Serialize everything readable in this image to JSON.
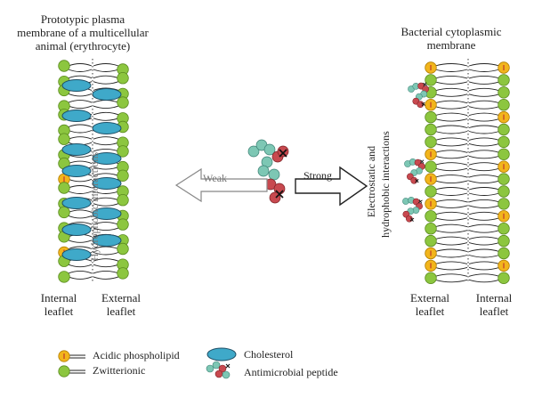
{
  "left_panel": {
    "title_lines": [
      "Prototypic plasma",
      "membrane of a multicellular",
      "animal (erythrocyte)"
    ],
    "inner_label_lines": [
      "Internal",
      "leaflet"
    ],
    "outer_label_lines": [
      "External",
      "leaflet"
    ]
  },
  "right_panel": {
    "title_lines": [
      "Bacterial cytoplasmic",
      "membrane"
    ],
    "outer_label_lines": [
      "External",
      "leaflet"
    ],
    "inner_label_lines": [
      "Internal",
      "leaflet"
    ]
  },
  "interactions": {
    "left_vertical": "Hydrophobic interactions",
    "right_vertical_line1": "Electrostatic and",
    "right_vertical_line2": "hydrophobic interactions",
    "weak": "Weak",
    "strong": "Strong"
  },
  "legend": {
    "acidic": "Acidic phospholipid",
    "zwitterionic": "Zwitterionic",
    "cholesterol": "Cholesterol",
    "peptide": "Antimicrobial peptide"
  },
  "colors": {
    "acidic_head": "#f2b51c",
    "zwitterionic_head": "#8cc63f",
    "cholesterol": "#3fa9c9",
    "peptide_hydrophobic": "#7dc7b4",
    "peptide_cationic": "#c8494f"
  }
}
